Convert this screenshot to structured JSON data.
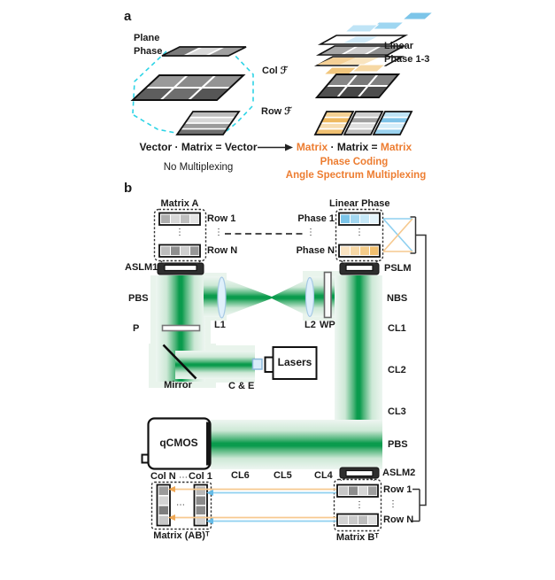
{
  "figure": {
    "panel_a": {
      "label": "a",
      "plane_phase_label": "Plane\nPhase",
      "col_transform_label": "Col ℱ",
      "row_transform_label": "Row ℱ",
      "linear_phase_label": "Linear\nPhase 1-3",
      "left_equation": "Vector · Matrix = Vector",
      "left_caption": "No Multiplexing",
      "right_equation_part1": "Matrix",
      "right_equation_part2": " · Matrix = ",
      "right_equation_part3": "Matrix",
      "right_caption_line1": "Phase Coding",
      "right_caption_line2": "Angle Spectrum Multiplexing"
    },
    "panel_b": {
      "label": "b",
      "matrix_a": {
        "title": "Matrix A",
        "row_first": "Row 1",
        "row_last": "Row N",
        "vdots": "⋮"
      },
      "linear_phase": {
        "title": "Linear Phase",
        "row_first": "Phase 1",
        "row_last": "Phase N",
        "vdots": "⋮"
      },
      "link_dots_left": "⋮",
      "link_dots_right": "⋮",
      "labels": {
        "aslm1": "ASLM1",
        "pslm": "PSLM",
        "pbs_left": "PBS",
        "polarizer": "P",
        "mirror": "Mirror",
        "c_and_e": "C & E",
        "lasers": "Lasers",
        "l1": "L1",
        "l2": "L2",
        "wp": "WP",
        "nbs": "NBS",
        "cl1": "CL1",
        "cl2": "CL2",
        "cl3": "CL3",
        "pbs_right": "PBS",
        "aslm2": "ASLM2",
        "qcmos": "qCMOS",
        "cl4": "CL4",
        "cl5": "CL5",
        "cl6": "CL6"
      },
      "matrix_b": {
        "title": "Matrix Bᵀ",
        "row_first": "Row 1",
        "row_last": "Row N",
        "vdots": "⋮",
        "bracket_vdots": "⋮"
      },
      "matrix_ab": {
        "title": "Matrix (AB)ᵀ",
        "col_last": "Col N",
        "col_first": "Col 1",
        "hdots_header": "⋯",
        "hdots_inner": "⋯"
      }
    },
    "colors": {
      "accent_orange": "#ED7D31",
      "beam_green": "#0A9B4D",
      "light_blue": "#8FD0F0",
      "pale_orange": "#F6C98F",
      "cyan_dashed": "#2ED4E6"
    }
  }
}
